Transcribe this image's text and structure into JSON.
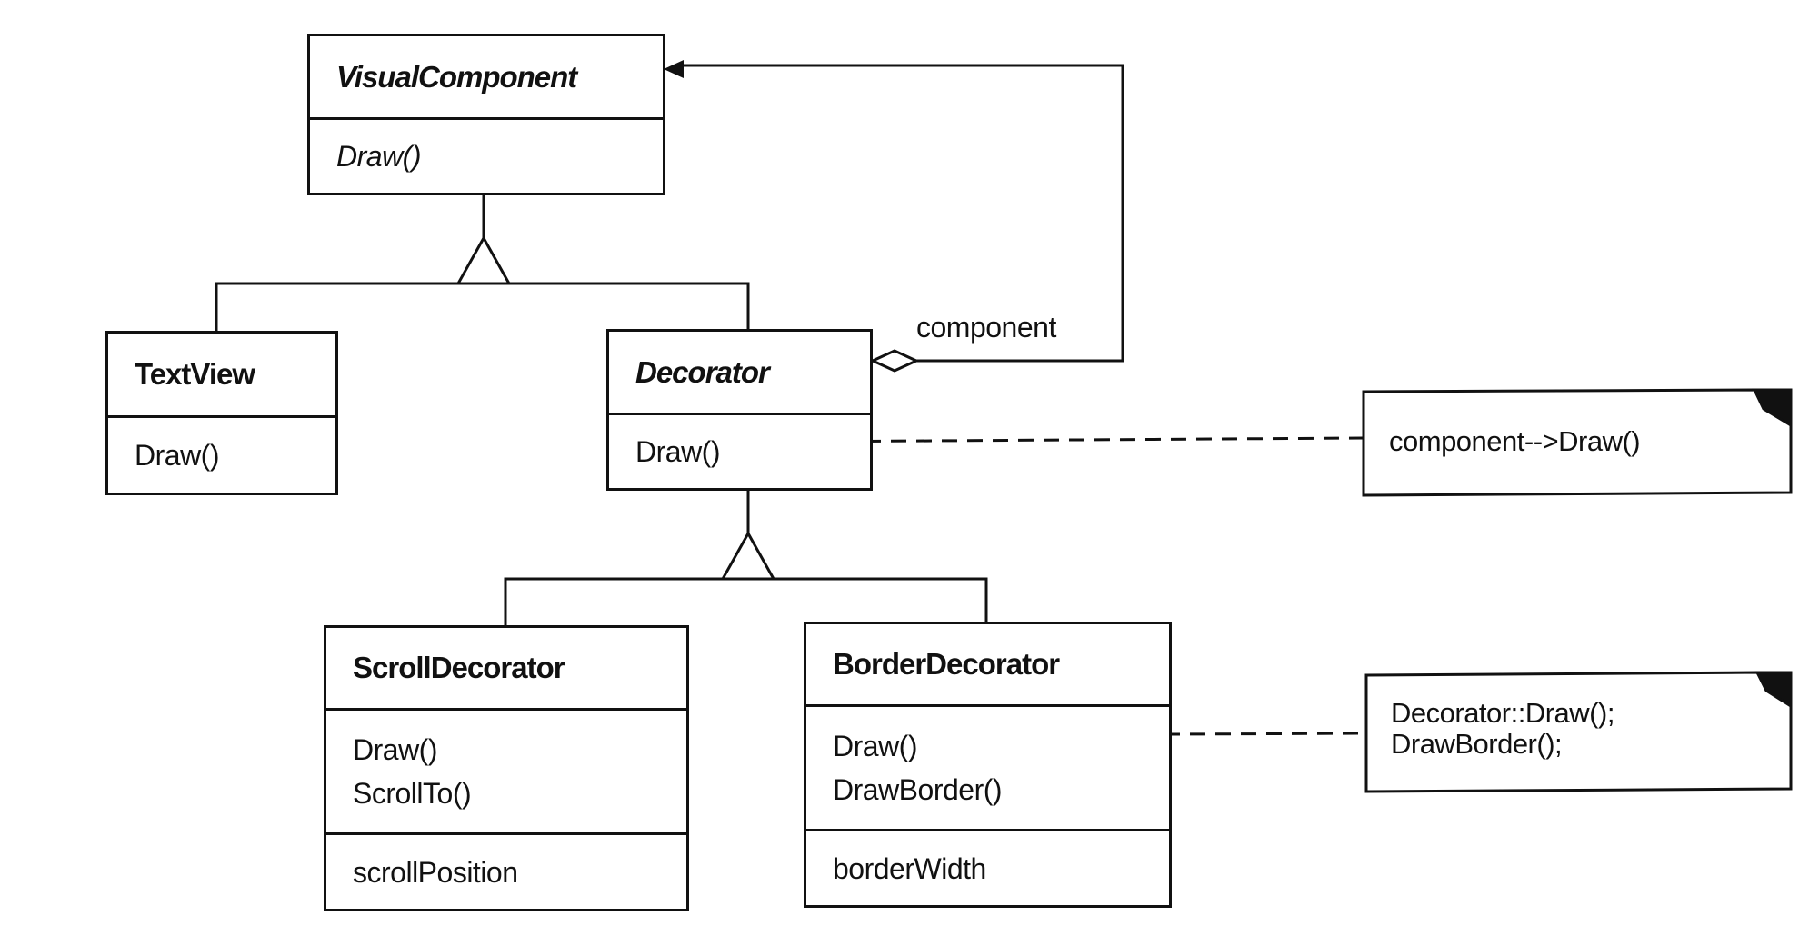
{
  "classes": {
    "visual_component": {
      "name": "VisualComponent",
      "operations": [
        "Draw()"
      ]
    },
    "text_view": {
      "name": "TextView",
      "operations": [
        "Draw()"
      ]
    },
    "decorator": {
      "name": "Decorator",
      "operations": [
        "Draw()"
      ]
    },
    "scroll_decorator": {
      "name": "ScrollDecorator",
      "operations": [
        "Draw()",
        "ScrollTo()"
      ],
      "attributes": [
        "scrollPosition"
      ]
    },
    "border_decorator": {
      "name": "BorderDecorator",
      "operations": [
        "Draw()",
        "DrawBorder()"
      ],
      "attributes": [
        "borderWidth"
      ]
    }
  },
  "association": {
    "role": "component"
  },
  "notes": {
    "decorator_draw": [
      "component-->Draw()"
    ],
    "border_draw": [
      "Decorator::Draw();",
      "DrawBorder();"
    ]
  },
  "colors": {
    "line": "#111111",
    "background": "#ffffff"
  }
}
